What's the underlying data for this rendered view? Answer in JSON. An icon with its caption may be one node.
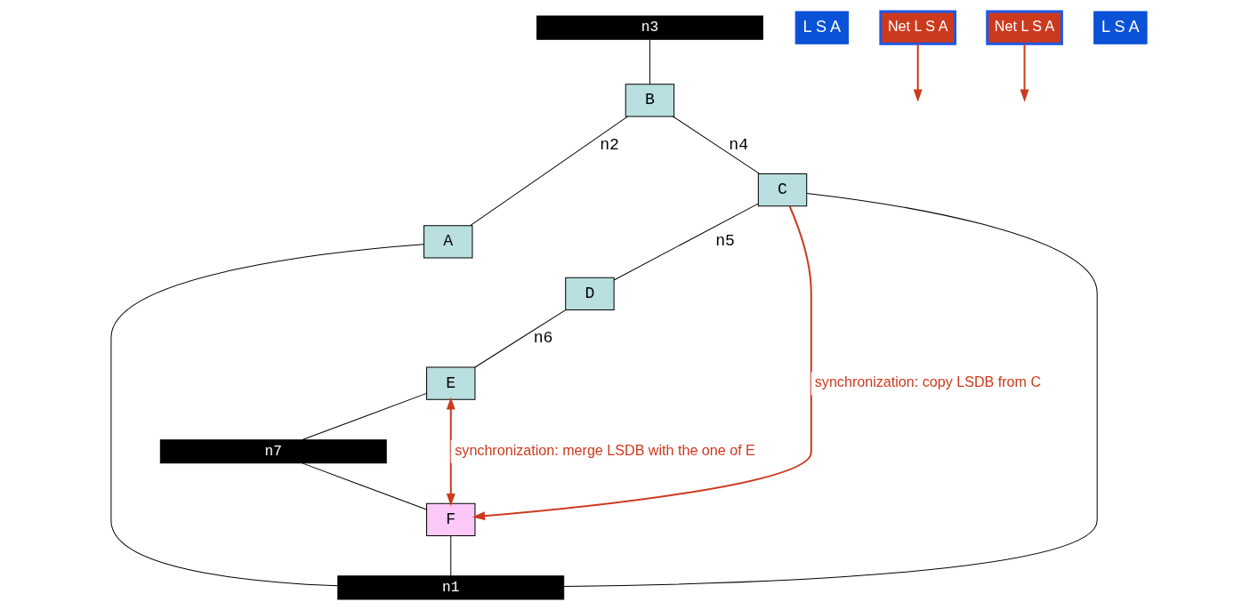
{
  "diagram": {
    "nodes": [
      {
        "text": [
          "n3"
        ]
      },
      {
        "text": [
          "B"
        ]
      },
      {
        "text": [
          "D"
        ]
      },
      {
        "text": [
          "E"
        ]
      },
      {
        "text": [
          "L S A"
        ]
      },
      {
        "text": [
          "Net L S A"
        ]
      },
      {
        "text": [
          "n7"
        ]
      },
      {
        "text": [
          "Net L S A"
        ]
      },
      {
        "text": [
          "A"
        ]
      },
      {
        "text": [
          "C"
        ]
      },
      {
        "text": [
          "F"
        ]
      },
      {
        "text": [
          "n1"
        ]
      },
      {
        "text": [
          "L S A"
        ]
      }
    ],
    "edges": [
      {
        "from": 0,
        "to": 1,
        "arrow": "none"
      },
      {
        "from": 1,
        "to": 8,
        "arrow": "none",
        "label": "n2"
      },
      {
        "from": 1,
        "to": 9,
        "arrow": "none",
        "label": "n4"
      },
      {
        "from": 9,
        "to": 2,
        "arrow": "none",
        "label": "n5"
      },
      {
        "from": 2,
        "to": 3,
        "arrow": "none",
        "label": "n6"
      },
      {
        "from": 3,
        "to": 6,
        "arrow": "none"
      },
      {
        "from": 6,
        "to": 10,
        "arrow": "none"
      },
      {
        "from": 8,
        "to": 11,
        "arrow": "none"
      },
      {
        "from": 9,
        "to": 11,
        "arrow": "none"
      },
      {
        "from": 10,
        "to": 11,
        "arrow": "none"
      },
      {
        "from": 5,
        "to": null,
        "arrow": "to",
        "color": "#cc3a1e"
      },
      {
        "from": 7,
        "to": null,
        "arrow": "to",
        "color": "#cc3a1e"
      },
      {
        "from": 9,
        "to": 10,
        "arrow": "to",
        "color": "#cc3a1e",
        "label": "synchronization: copy LSDB from C"
      },
      {
        "from": 10,
        "to": 3,
        "arrow": "both",
        "color": "#cc3a1e",
        "label": "synchronization: merge LSDB with the one of E"
      }
    ]
  }
}
